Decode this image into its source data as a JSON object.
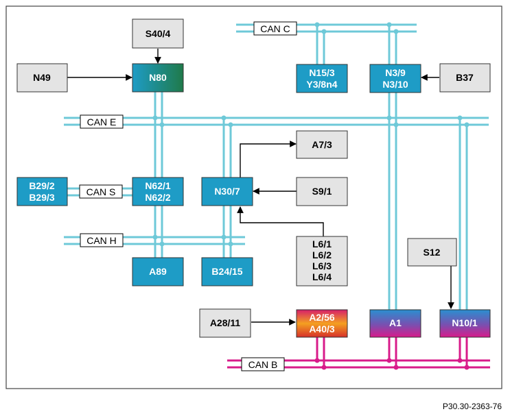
{
  "colors": {
    "can_bus": "#6ec9d8",
    "can_b": "#d81b8a",
    "box_grey": "#e4e4e4",
    "box_blue": "#1e9cc6",
    "frame": "#444444"
  },
  "buses": {
    "can_c": "CAN C",
    "can_e": "CAN E",
    "can_s": "CAN S",
    "can_h": "CAN H",
    "can_b": "CAN B"
  },
  "modules": {
    "s40_4": [
      "S40/4"
    ],
    "n49": [
      "N49"
    ],
    "n80": [
      "N80"
    ],
    "n15_3": [
      "N15/3",
      "Y3/8n4"
    ],
    "n3_9": [
      "N3/9",
      "N3/10"
    ],
    "b37": [
      "B37"
    ],
    "a7_3": [
      "A7/3"
    ],
    "b29": [
      "B29/2",
      "B29/3"
    ],
    "n62": [
      "N62/1",
      "N62/2"
    ],
    "n30_7": [
      "N30/7"
    ],
    "s9_1": [
      "S9/1"
    ],
    "l6": [
      "L6/1",
      "L6/2",
      "L6/3",
      "L6/4"
    ],
    "s12": [
      "S12"
    ],
    "a89": [
      "A89"
    ],
    "b24_15": [
      "B24/15"
    ],
    "a28_11": [
      "A28/11"
    ],
    "a2_56": [
      "A2/56",
      "A40/3"
    ],
    "a1": [
      "A1"
    ],
    "n10_1": [
      "N10/1"
    ]
  },
  "figure_ref": "P30.30-2363-76"
}
